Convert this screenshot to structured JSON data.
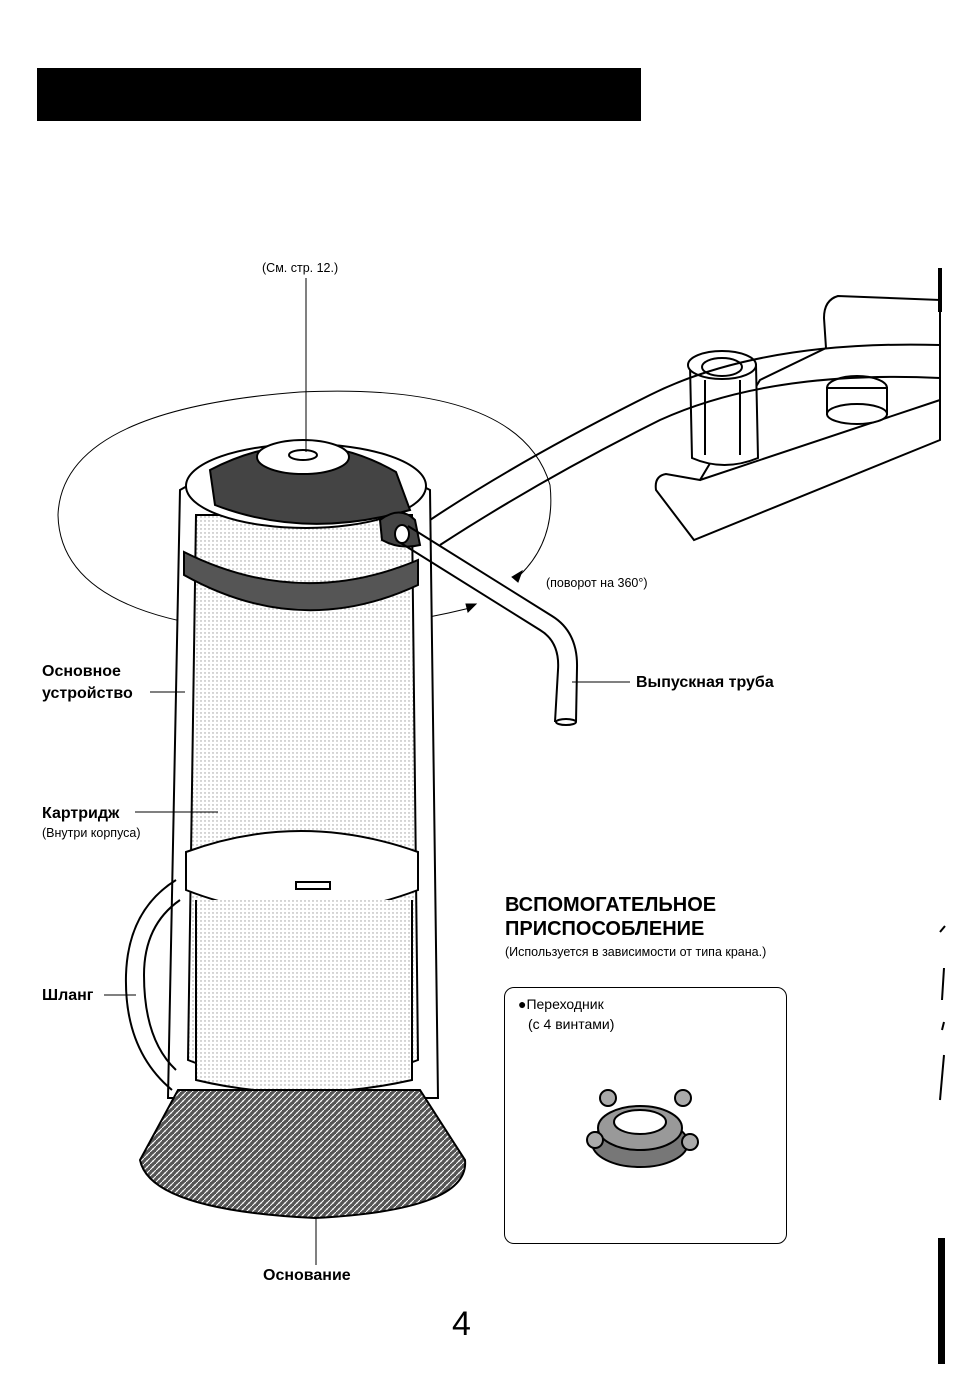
{
  "callouts": {
    "ref": "(См. стр. 12.)",
    "rotate": "(поворот на 360°)",
    "main_unit": "Основное устройство",
    "cartridge": "Картридж",
    "cartridge_note": "(Внутри корпуса)",
    "hose": "Шланг",
    "base": "Основание",
    "spout": "Выпускная труба"
  },
  "accessory": {
    "title": "ВСПОМОГАТЕЛЬНОЕ ПРИСПОСОБЛЕНИЕ",
    "note": "(Используется в зависимости от типа крана.)",
    "item_line1": "●Переходник",
    "item_line2": "(с 4 винтами)"
  },
  "page_number": "4"
}
